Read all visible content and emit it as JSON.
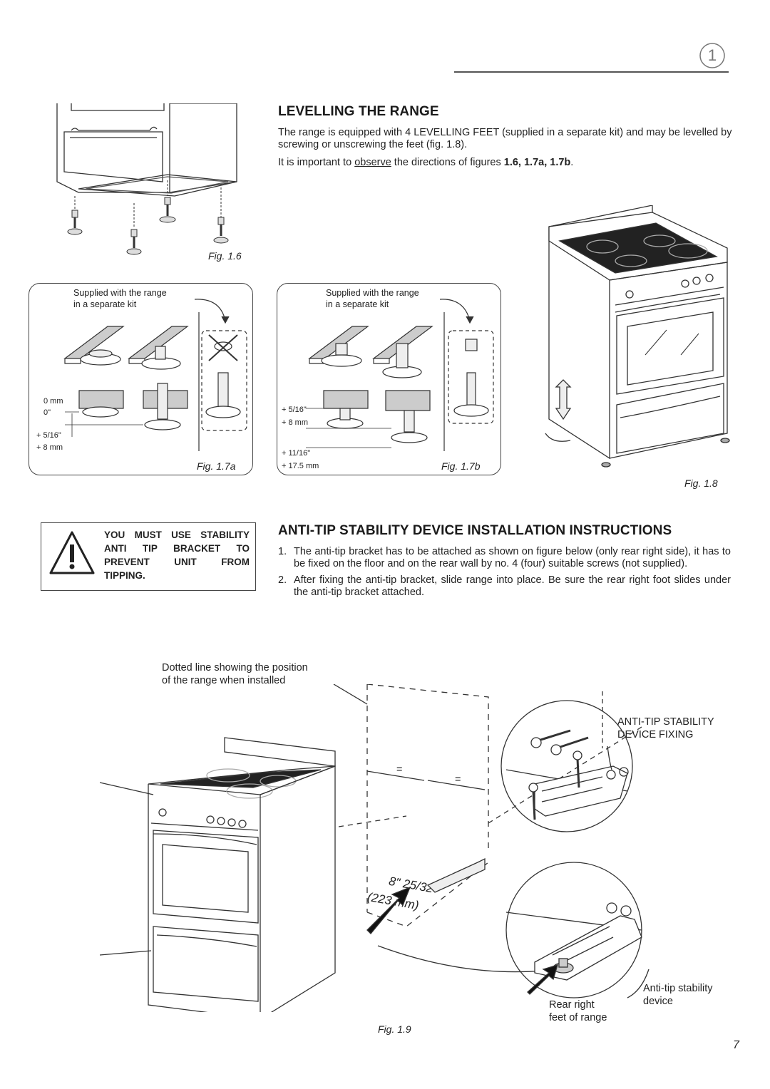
{
  "chapter_number": "1",
  "page_number": "7",
  "levelling": {
    "title": "LEVELLING THE RANGE",
    "para1": "The range is equipped with 4 LEVELLING FEET (supplied in a separate kit) and may be levelled by screwing or unscrewing the feet (fig. 1.8).",
    "para2_pre": "It is important to ",
    "para2_link": "observe",
    "para2_mid": " the directions of figures ",
    "para2_bold": "1.6, 1.7a, 1.7b",
    "para2_end": "."
  },
  "figures": {
    "fig16": "Fig. 1.6",
    "fig17a": "Fig. 1.7a",
    "fig17b": "Fig. 1.7b",
    "fig18": "Fig. 1.8",
    "fig19": "Fig. 1.9"
  },
  "fig17a_labels": {
    "supplied": "Supplied with the range",
    "kit": "in a separate kit",
    "mm0": "0 mm",
    "in0": "0\"",
    "in516": "+ 5/16\"",
    "mm8": "+ 8 mm"
  },
  "fig17b_labels": {
    "supplied": "Supplied with the range",
    "kit": "in a separate kit",
    "in516": "+ 5/16\"",
    "mm8": "+ 8 mm",
    "in1116": "+ 11/16\"",
    "mm175": "+ 17.5 mm"
  },
  "warning": {
    "text_line1": "YOU MUST USE STABILITY",
    "text_line2": "ANTI TIP BRACKET TO",
    "text_line3": "PREVENT UNIT FROM",
    "text_line4": "TIPPING."
  },
  "antitip": {
    "title": "ANTI-TIP STABILITY DEVICE INSTALLATION INSTRUCTIONS",
    "steps": [
      {
        "num": "1.",
        "text": "The anti-tip bracket has to be attached as shown on figure below (only rear right side), it has to be fixed on the floor and on the rear wall by no. 4 (four) suitable screws (not supplied)."
      },
      {
        "num": "2.",
        "text": "After fixing the anti-tip bracket, slide range into place. Be sure the rear right foot slides under the anti-tip bracket attached."
      }
    ]
  },
  "fig19_labels": {
    "dotted_line1": "Dotted line showing the position",
    "dotted_line2": "of the range when installed",
    "device_fixing1": "ANTI-TIP STABILITY",
    "device_fixing2": "DEVICE FIXING",
    "eq1": "=",
    "eq2": "=",
    "dim_in": "8\" 25/32",
    "dim_mm": "(223 mm)",
    "device1": "Anti-tip stability",
    "device2": "device",
    "rear1": "Rear right",
    "rear2": "feet of range"
  }
}
